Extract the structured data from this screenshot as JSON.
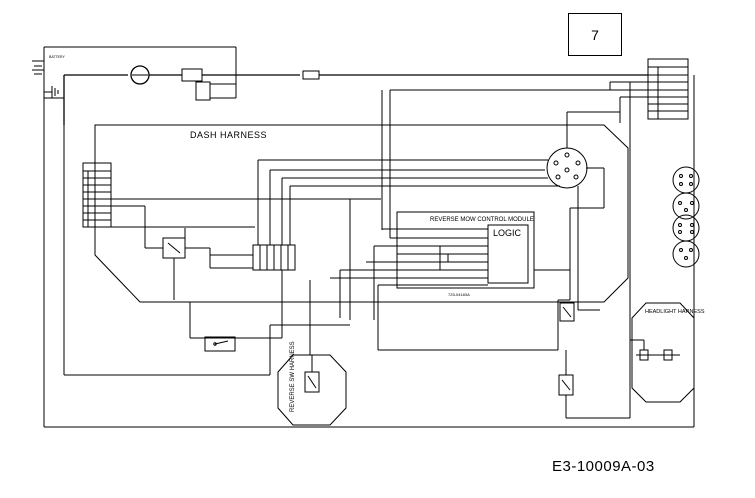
{
  "page_number": "7",
  "document_code": "E3-10009A-03",
  "harness_labels": {
    "dash": "DASH HARNESS",
    "reverse_sw": "REVERSE SW HARNESS",
    "headlight": "HEADLIGHT HARNESS"
  },
  "module": {
    "title": "REVERSE MOW CONTROL MODULE",
    "logic_label": "LOGIC",
    "part_number": "725-04183A"
  }
}
